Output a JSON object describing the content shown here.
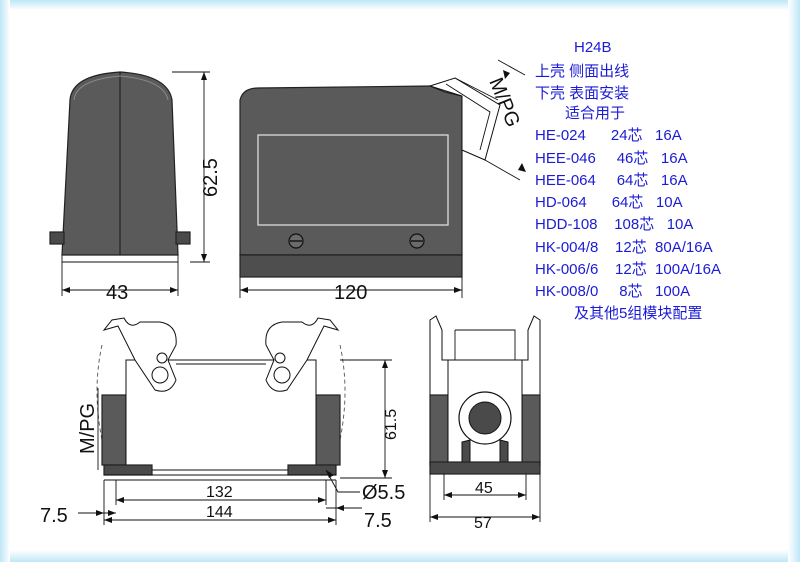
{
  "dimensions": {
    "width_front": "43",
    "height_front": "62.5",
    "length_side": "120",
    "mpg_top": "M/PG",
    "mpg_bottom": "M/PG",
    "bottom_inner": "132",
    "bottom_outer": "144",
    "bottom_height": "61.5",
    "hole_dia": "Ø5.5",
    "offset_left": "7.5",
    "offset_right": "7.5",
    "end_inner": "45",
    "end_outer": "57"
  },
  "specs": {
    "title": "H24B",
    "line1": "上壳 侧面出线",
    "line2": "下壳 表面安装",
    "line3": "适合用于",
    "rows": [
      "HE-024      24芯   16A",
      "HEE-046     46芯   16A",
      "HEE-064     64芯   16A",
      "HD-064      64芯   10A",
      "HDD-108    108芯   10A",
      "HK-004/8    12芯  80A/16A",
      "HK-006/6    12芯  100A/16A",
      "HK-008/0     8芯   100A"
    ],
    "footer": "及其他5组模块配置"
  },
  "colors": {
    "spec_text": "#1b1bd6",
    "body_fill": "#5a5a5a",
    "edge_glow": "#bfe7f7"
  }
}
